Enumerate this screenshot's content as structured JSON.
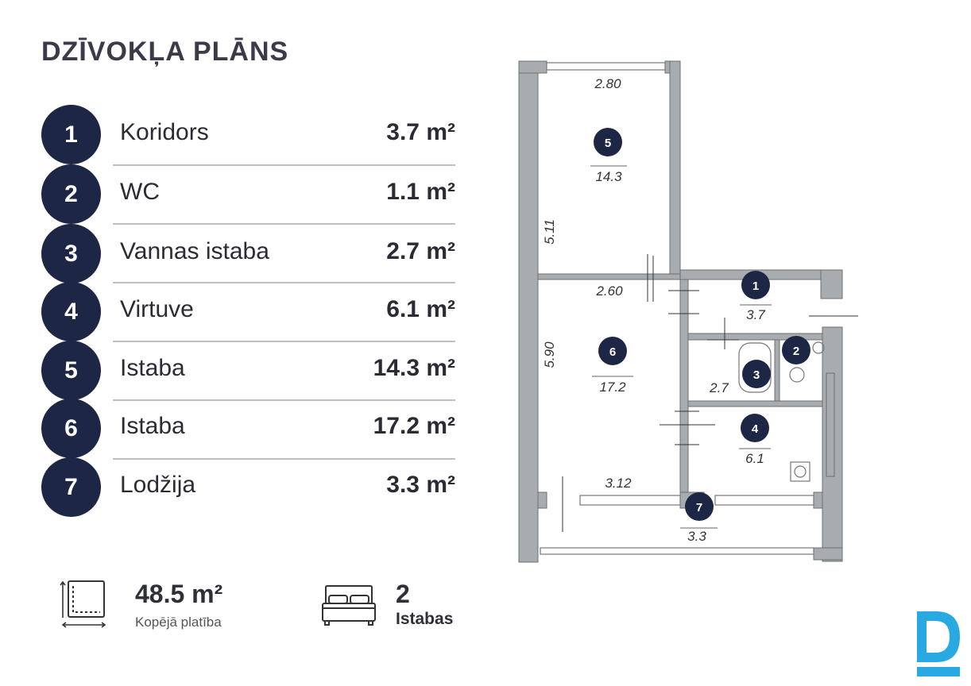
{
  "title": "DZĪVOKĻA PLĀNS",
  "rooms": [
    {
      "num": "1",
      "name": "Koridors",
      "area": "3.7 m²"
    },
    {
      "num": "2",
      "name": "WC",
      "area": "1.1 m²"
    },
    {
      "num": "3",
      "name": "Vannas istaba",
      "area": "2.7 m²"
    },
    {
      "num": "4",
      "name": "Virtuve",
      "area": "6.1 m²"
    },
    {
      "num": "5",
      "name": "Istaba",
      "area": "14.3 m²"
    },
    {
      "num": "6",
      "name": "Istaba",
      "area": "17.2 m²"
    },
    {
      "num": "7",
      "name": "Lodžija",
      "area": "3.3 m²"
    }
  ],
  "stats": {
    "total_area": "48.5 m²",
    "total_area_label": "Kopējā platība",
    "rooms_count": "2",
    "rooms_label": "Istabas"
  },
  "plan": {
    "dims": {
      "d1": "2.80",
      "d2": "5.11",
      "d3": "2.60",
      "d4": "5.90",
      "d5": "3.12"
    },
    "areas": {
      "a5": "14.3",
      "a6": "17.2",
      "a1": "3.7",
      "a3": "2.7",
      "a4": "6.1",
      "a7": "3.3"
    },
    "badges": {
      "b1": "1",
      "b2": "2",
      "b3": "3",
      "b4": "4",
      "b5": "5",
      "b6": "6",
      "b7": "7"
    }
  },
  "logo": "D",
  "colors": {
    "badge": "#1e2645",
    "logo": "#29a9e1",
    "wall": "#a9acaf"
  }
}
